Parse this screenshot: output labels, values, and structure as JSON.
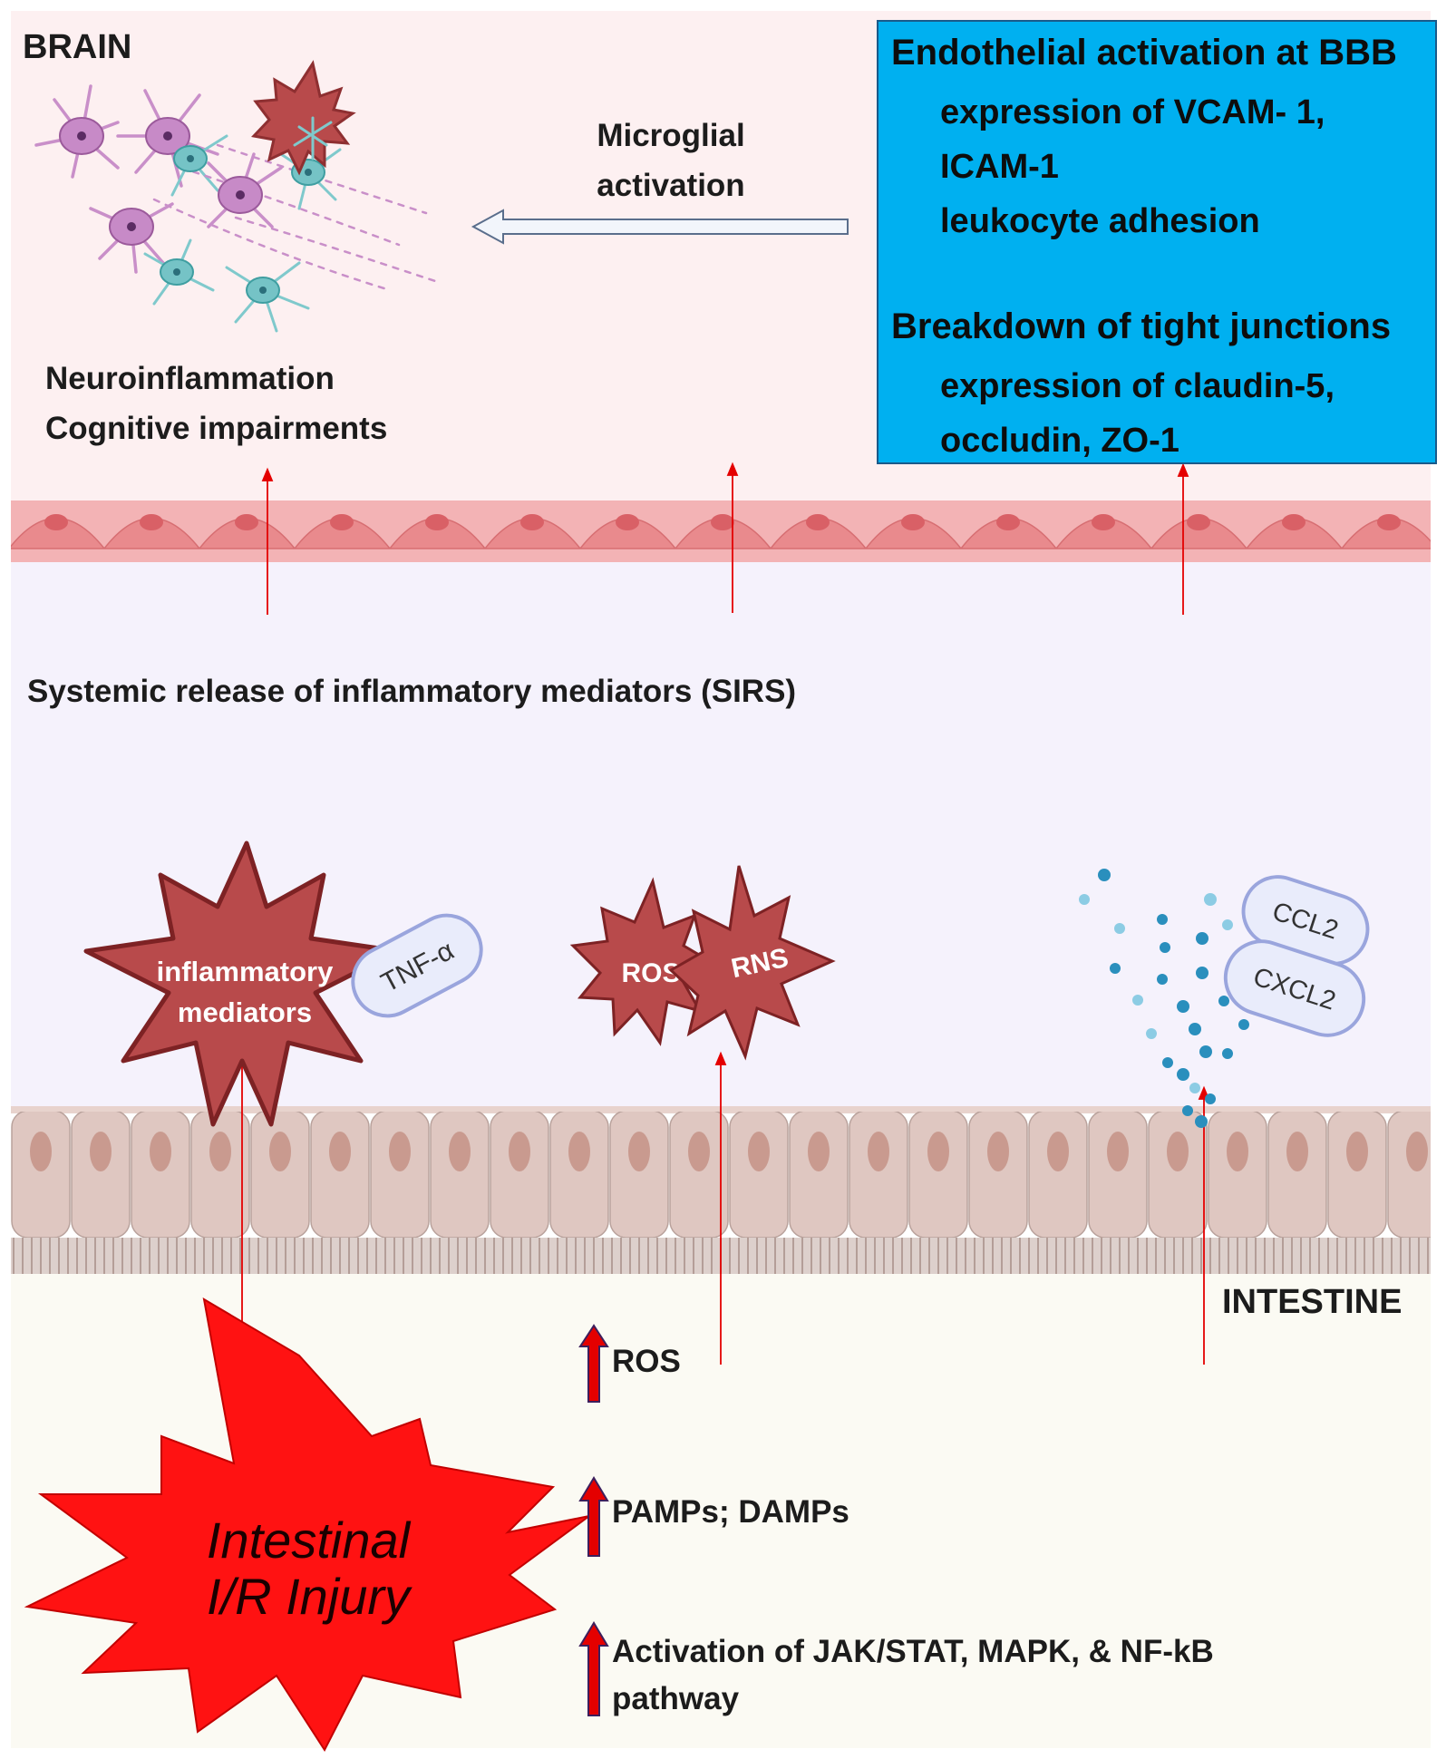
{
  "brain": {
    "label": "BRAIN",
    "outcomes": [
      "Neuroinflammation",
      "Cognitive impairments"
    ],
    "arrow_label": [
      "Microglial",
      "activation"
    ]
  },
  "bbb_box": {
    "section1": {
      "heading": "Endothelial activation at BBB",
      "items": [
        "expression of VCAM- 1,",
        "ICAM-1",
        "leukocyte adhesion"
      ]
    },
    "section2": {
      "heading": "Breakdown of tight junctions",
      "items": [
        "expression of claudin-5,",
        "occludin, ZO-1"
      ]
    }
  },
  "systemic": {
    "label": "Systemic release of inflammatory mediators (SIRS)"
  },
  "mediators": {
    "inflammatory": [
      "inflammatory",
      "mediators"
    ],
    "tnf": "TNF-α",
    "ros": "ROS",
    "rns": "RNS",
    "ccl2": "CCL2",
    "cxcl2": "CXCL2"
  },
  "intestine": {
    "label": "INTESTINE"
  },
  "injury": {
    "lines": [
      "Intestinal",
      "I/R Injury"
    ]
  },
  "effects": [
    {
      "lines": [
        "ROS"
      ]
    },
    {
      "lines": [
        "PAMPs; DAMPs"
      ]
    },
    {
      "lines": [
        "Activation of JAK/STAT, MAPK, & NF-kB",
        "pathway"
      ]
    }
  ],
  "colors": {
    "brain_bg": "#fdf0f1",
    "systemic_bg": "#f5f2fc",
    "intestine_bg": "#fbfaf3",
    "box_bg": "#00b0f0",
    "arrow_red": "#e40000",
    "star_dark": "#b84a4b",
    "star_bright": "#ff1212"
  }
}
